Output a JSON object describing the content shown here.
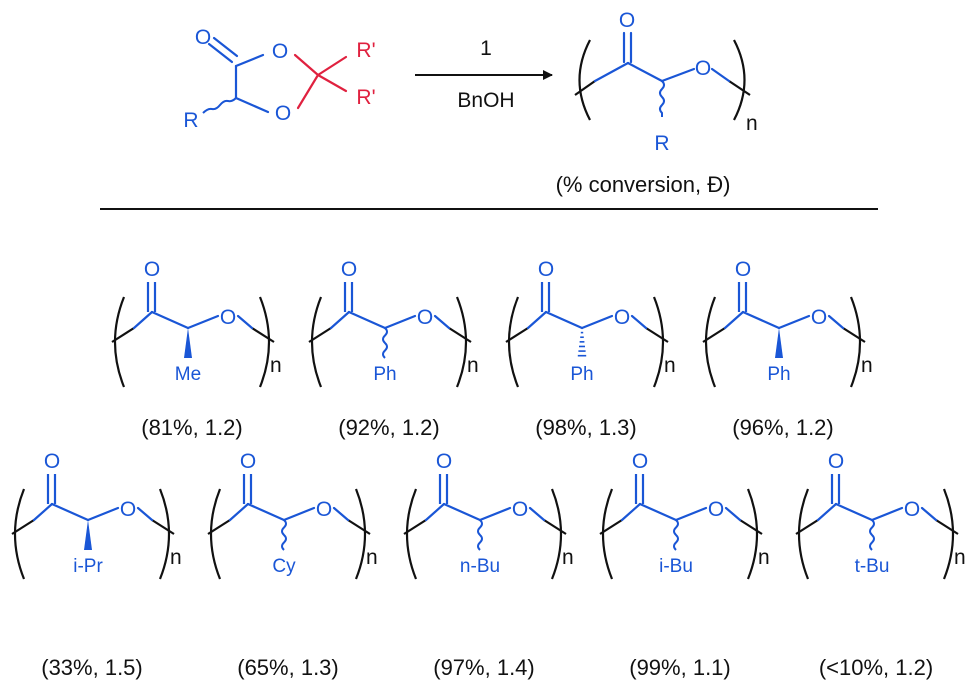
{
  "colors": {
    "ink": "#111111",
    "blue": "#1a56d6",
    "red": "#e0213f"
  },
  "reaction": {
    "monomer_labels": {
      "carbonyl_o": "O",
      "ring_o_top": "O",
      "ring_o_bottom": "O",
      "r": "R",
      "r_prime_top": "R'",
      "r_prime_bottom": "R'"
    },
    "catalyst": "1",
    "initiator": "BnOH",
    "polymer_labels": {
      "carbonyl_o": "O",
      "ester_o": "O",
      "r": "R",
      "n": "n"
    },
    "caption": "(% conversion, Đ)"
  },
  "products": [
    {
      "row": 1,
      "substituent": "Me",
      "stereo": "wedge",
      "result": "(81%, 1.2)"
    },
    {
      "row": 1,
      "substituent": "Ph",
      "stereo": "wavy",
      "result": "(92%, 1.2)"
    },
    {
      "row": 1,
      "substituent": "Ph",
      "stereo": "hash",
      "result": "(98%, 1.3)"
    },
    {
      "row": 1,
      "substituent": "Ph",
      "stereo": "wedge",
      "result": "(96%, 1.2)"
    },
    {
      "row": 2,
      "substituent": "i-Pr",
      "stereo": "wedge",
      "result": "(33%, 1.5)"
    },
    {
      "row": 2,
      "substituent": "Cy",
      "stereo": "wavy",
      "result": "(65%, 1.3)"
    },
    {
      "row": 2,
      "substituent": "n-Bu",
      "stereo": "wavy",
      "result": "(97%, 1.4)"
    },
    {
      "row": 2,
      "substituent": "i-Bu",
      "stereo": "wavy",
      "result": "(99%, 1.1)"
    },
    {
      "row": 2,
      "substituent": "t-Bu",
      "stereo": "wavy",
      "result": "(<10%, 1.2)"
    }
  ],
  "polymer_repeat_labels": {
    "carbonyl_o": "O",
    "ester_o": "O",
    "n": "n"
  }
}
